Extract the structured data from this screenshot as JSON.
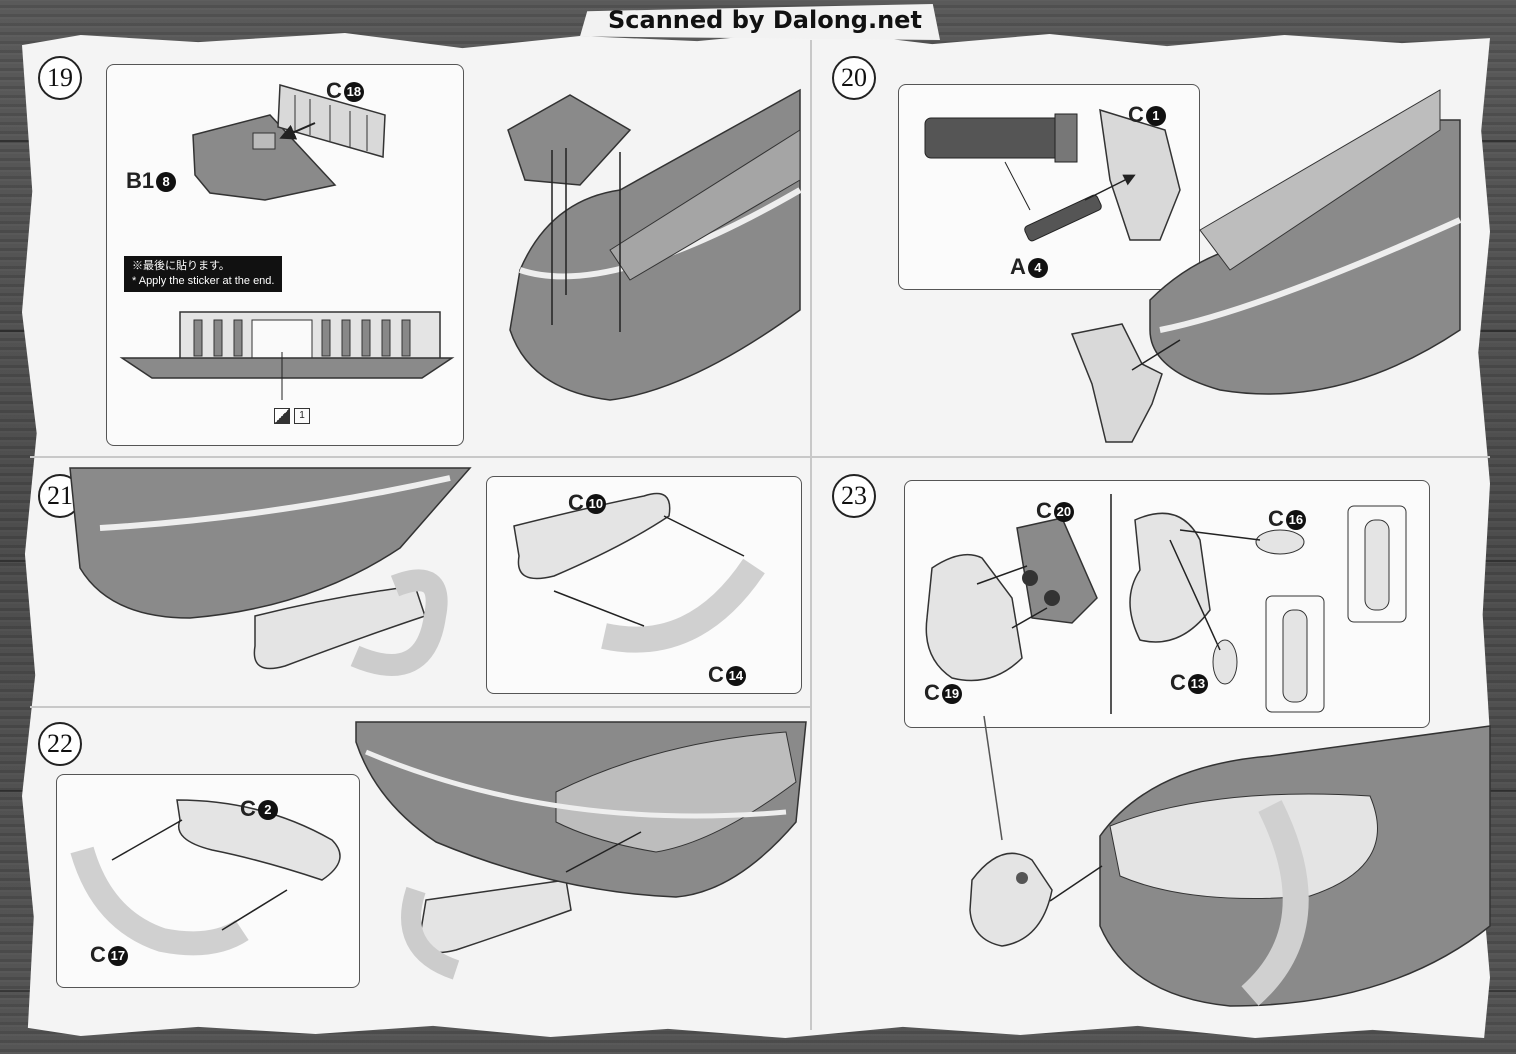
{
  "header": {
    "scan_credit": "Scanned by Dalong.net"
  },
  "steps": [
    {
      "number": "19",
      "parts": [
        {
          "letter": "C",
          "number": "18"
        },
        {
          "letter": "B1",
          "number": "8"
        }
      ],
      "note_jp": "※最後に貼ります。",
      "note_en": "* Apply the sticker at the end.",
      "sticker_count": "1"
    },
    {
      "number": "20",
      "parts": [
        {
          "letter": "C",
          "number": "1"
        },
        {
          "letter": "A",
          "number": "4"
        }
      ]
    },
    {
      "number": "21",
      "parts": [
        {
          "letter": "C",
          "number": "10"
        },
        {
          "letter": "C",
          "number": "14"
        }
      ]
    },
    {
      "number": "22",
      "parts": [
        {
          "letter": "C",
          "number": "2"
        },
        {
          "letter": "C",
          "number": "17"
        }
      ]
    },
    {
      "number": "23",
      "parts": [
        {
          "letter": "C",
          "number": "20"
        },
        {
          "letter": "C",
          "number": "19"
        },
        {
          "letter": "C",
          "number": "16"
        },
        {
          "letter": "C",
          "number": "13"
        }
      ]
    }
  ],
  "colors": {
    "background_wood": "#4a4a4a",
    "paper": "#f4f4f4",
    "ship_hull": "#8a8a8a",
    "part_light": "#d9d9d9"
  }
}
